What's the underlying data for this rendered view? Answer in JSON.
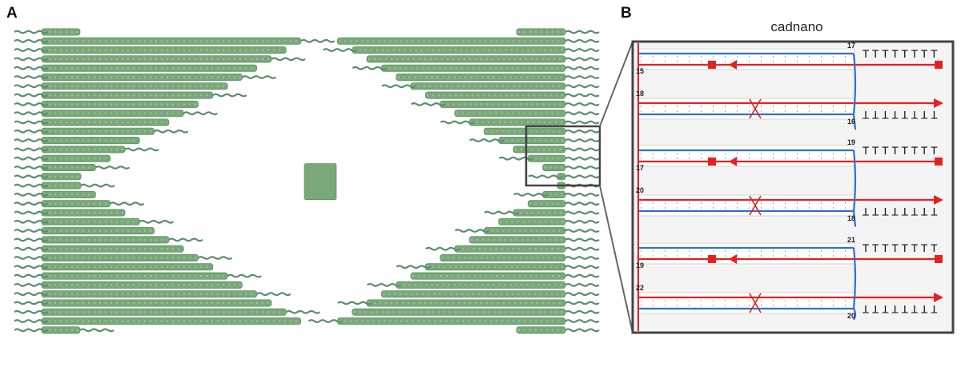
{
  "panels": {
    "a": {
      "label": "A"
    },
    "b": {
      "label": "B",
      "title": "cadnano"
    }
  },
  "helix_numbers": {
    "left": [
      "15",
      "18",
      "17",
      "20",
      "19",
      "22"
    ],
    "right": [
      "17",
      "16",
      "19",
      "18",
      "21",
      "20"
    ]
  },
  "colors": {
    "helix_fill": "#7aa879",
    "helix_stroke": "#4f8a5c",
    "tail": "#5a8f6b",
    "scaffold": "#2f6fd6",
    "staple": "#e5211f",
    "frame": "#444444",
    "grid": "#d6d6d6"
  },
  "diagram": {
    "origami_rows": 34,
    "cadnano_pairs": 6,
    "poly_t_count": 8,
    "poly_t_glyph": "T"
  }
}
